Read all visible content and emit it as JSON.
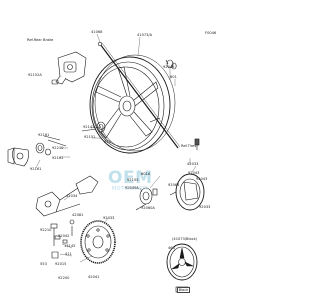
{
  "figure_code": "F0046",
  "refs": {
    "rear_brake": "Ref.Rear Brake",
    "tires": "Ref.Tires"
  },
  "watermark": {
    "main": "OEM",
    "sub": "MOTORPARTS"
  },
  "callouts": {
    "p92152A": "92152A",
    "p41068": "41068",
    "p41073A": "41073/A",
    "p92049": "92049",
    "p601": "601",
    "p92143": "92143",
    "p92151": "92151",
    "p92161": "92161",
    "p670": "670",
    "p92210": "92210",
    "p92161b": "92161",
    "p92161c": "92161",
    "p92043": "92043",
    "p42033": "42033",
    "p92043b": "92043",
    "p92049A": "92049A",
    "p92064": "92064",
    "p92153": "92153",
    "p92060A": "92060A",
    "p92033": "92033",
    "p601A": "601A",
    "p42034": "42034",
    "p42081": "42081",
    "p92210b": "92210",
    "p92042": "92042",
    "p13145": "13145",
    "p411": "411",
    "p553": "553",
    "p92015": "92015",
    "p92033b": "92033",
    "p92200": "92200",
    "p42041": "42041",
    "p41073B": "(41073/Black)",
    "p466": "466"
  },
  "legend": {
    "label": "Black"
  }
}
